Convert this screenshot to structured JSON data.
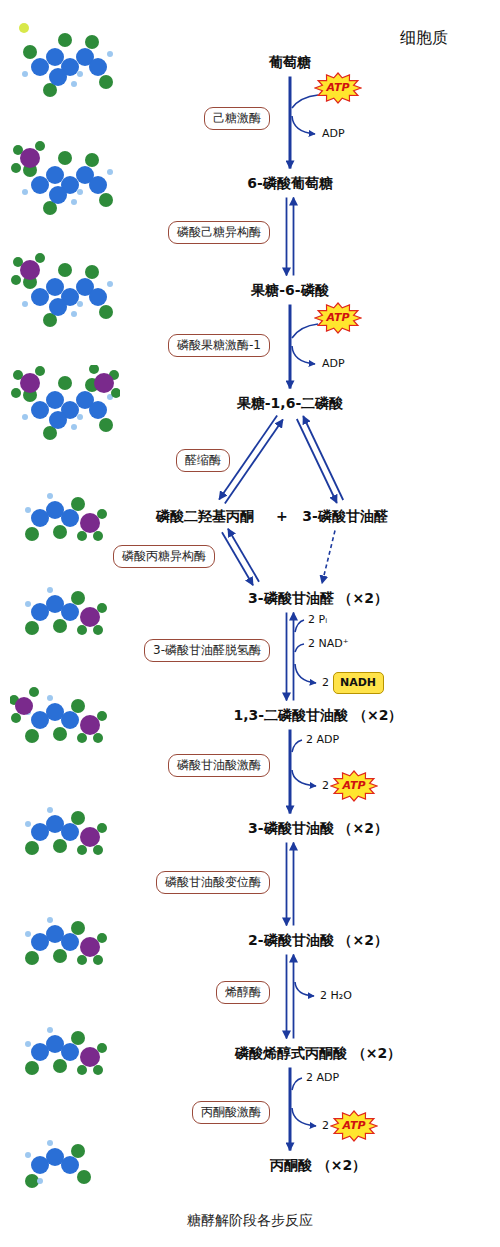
{
  "diagram": {
    "caption": "糖酵解阶段各步反应",
    "nodes": [
      {
        "text": [
          "葡萄糖"
        ]
      },
      {
        "text": [
          "ATP"
        ]
      },
      {
        "text": [
          "己糖激酶"
        ]
      },
      {
        "text": [
          "6-磷酸葡萄糖"
        ]
      },
      {
        "text": [
          "磷酸己糖异构酶"
        ]
      },
      {
        "text": [
          "果糖-6-磷酸"
        ]
      },
      {
        "text": [
          "ATP"
        ]
      },
      {
        "text": [
          "磷酸果糖激酶-1"
        ]
      },
      {
        "text": [
          "果糖-1,6-二磷酸"
        ]
      },
      {
        "text": [
          "醛缩酶"
        ]
      },
      {
        "text": [
          "磷酸二羟基丙酮"
        ]
      },
      {
        "text": [
          "3-磷酸甘油醛"
        ]
      },
      {
        "text": [
          "磷酸丙糖异构酶"
        ]
      },
      {
        "text": [
          "3-磷酸甘油醛 （×2）"
        ]
      },
      {
        "text": [
          "3-磷酸甘油醛脱氢酶"
        ]
      },
      {
        "text": [
          "NADH"
        ]
      },
      {
        "text": [
          "1,3-二磷酸甘油酸 （×2）"
        ]
      },
      {
        "text": [
          "磷酸甘油酸激酶"
        ]
      },
      {
        "text": [
          "ATP"
        ]
      },
      {
        "text": [
          "3-磷酸甘油酸 （×2）"
        ]
      },
      {
        "text": [
          "磷酸甘油酸变位酶"
        ]
      },
      {
        "text": [
          "2-磷酸甘油酸 （×2）"
        ]
      },
      {
        "text": [
          "烯醇酶"
        ]
      },
      {
        "text": [
          "磷酸烯醇式丙酮酸 （×2）"
        ]
      },
      {
        "text": [
          "丙酮酸激酶"
        ]
      },
      {
        "text": [
          "ATP"
        ]
      },
      {
        "text": [
          "丙酮酸 （×2）"
        ]
      }
    ],
    "edges": [
      {
        "from": 0,
        "to": 3,
        "arrow": "to"
      },
      {
        "from": 3,
        "to": 5,
        "arrow": "both"
      },
      {
        "from": 5,
        "to": 8,
        "arrow": "to"
      },
      {
        "from": 8,
        "to": 10,
        "arrow": "both"
      },
      {
        "from": 8,
        "to": 11,
        "arrow": "both"
      },
      {
        "from": 10,
        "to": 13,
        "arrow": "both"
      },
      {
        "from": 11,
        "to": 13,
        "arrow": "to"
      },
      {
        "from": 13,
        "to": 16,
        "arrow": "both"
      },
      {
        "from": 16,
        "to": 19,
        "arrow": "to"
      },
      {
        "from": 19,
        "to": 21,
        "arrow": "both"
      },
      {
        "from": 21,
        "to": 23,
        "arrow": "both"
      },
      {
        "from": 23,
        "to": 26,
        "arrow": "to"
      }
    ],
    "labels": [
      "细胞质",
      "ADP",
      "ADP",
      "+",
      "2 Pᵢ",
      "2 NAD⁺",
      "2",
      "2 ADP",
      "2",
      "2 H₂O",
      "2 ADP",
      "2"
    ]
  }
}
